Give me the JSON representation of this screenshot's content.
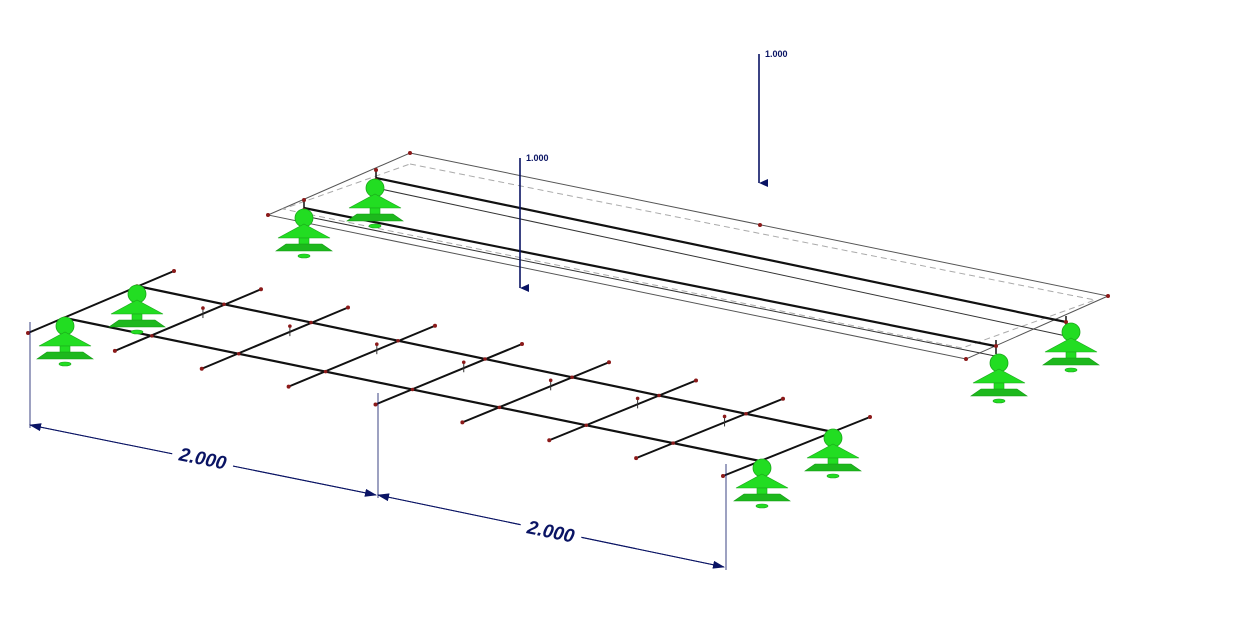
{
  "model": {
    "loads": [
      {
        "label": "1.000"
      },
      {
        "label": "1.000"
      }
    ],
    "dimensions": [
      {
        "label": "2.000"
      },
      {
        "label": "2.000"
      }
    ]
  },
  "colors": {
    "background": "#ffffff",
    "member": "#111111",
    "node": "#8b1a1a",
    "support": "#22dd22",
    "support_dark": "#159a15",
    "load": "#0a1464",
    "dimension": "#0a1464",
    "surface_outline": "#444444",
    "surface_dashed": "#aaaaaa"
  }
}
